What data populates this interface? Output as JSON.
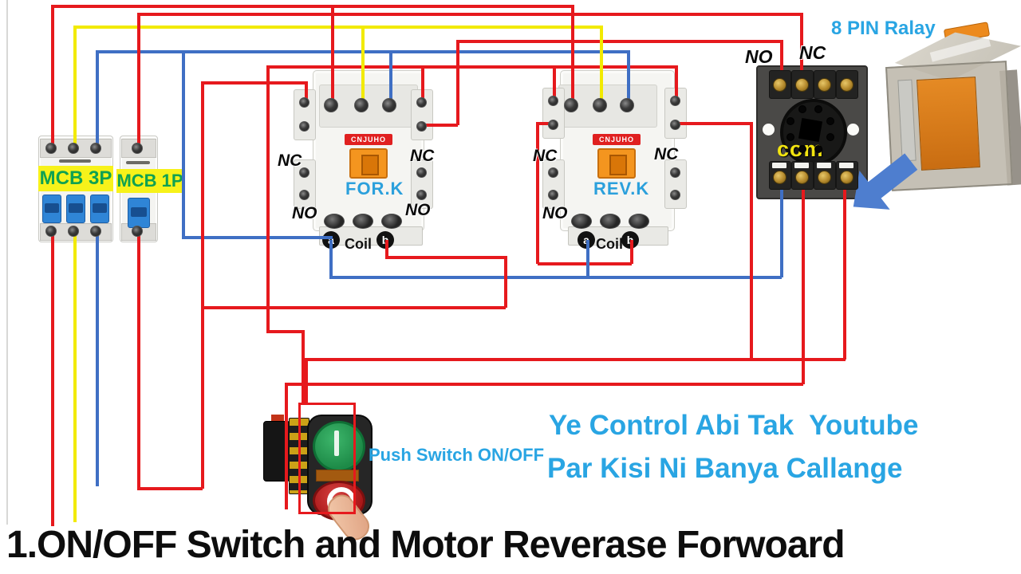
{
  "title": "1.ON/OFF Switch and Motor Reverase Forwoard",
  "promo": {
    "line1": "Ye Control Abi Tak  Youtube",
    "line2": "Par Kisi Ni Banya Callange"
  },
  "labels": {
    "nc": "NC",
    "no": "NO",
    "coil": "Coil",
    "a": "a",
    "b": "b"
  },
  "mcb3p": {
    "label": "MCB 3P"
  },
  "mcb1p": {
    "label": "MCB 1P"
  },
  "contactors": {
    "fork": {
      "brand": "CNJUHO",
      "name": "FOR.K"
    },
    "revk": {
      "brand": "CNJUHO",
      "name": "REV.K"
    }
  },
  "relay": {
    "title": "8 PIN Ralay",
    "socket_no": "NO",
    "socket_nc": "NC",
    "com": "com"
  },
  "push_switch": {
    "label": "Push Switch ON/OFF",
    "on_symbol": "I"
  },
  "colors": {
    "wire_red": "#e6191d",
    "wire_yellow": "#f2ea00",
    "wire_blue": "#3f6fc4",
    "accent_blue": "#29a5e3",
    "mcb_label_bg": "#f7f21a",
    "mcb_label_text": "#0fa152",
    "contactor_name": "#2ba0dc",
    "com_yellow": "#f2e410",
    "brand_red": "#e02020"
  }
}
